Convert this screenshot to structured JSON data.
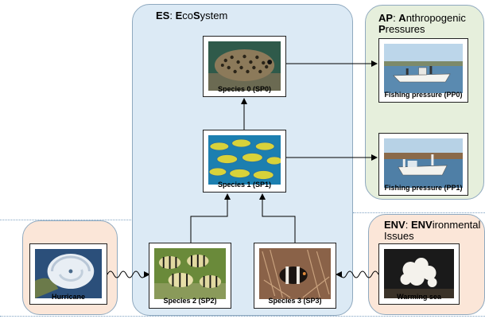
{
  "regions": {
    "es": {
      "abbr": "ES",
      "title_parts": [
        "",
        "E",
        "co",
        "S",
        "ystem"
      ]
    },
    "ap": {
      "abbr": "AP",
      "line1_parts": [
        "A",
        "nthropogenic"
      ],
      "line2_parts": [
        "P",
        "ressures"
      ]
    },
    "env": {
      "abbr": "ENV",
      "line1_parts": [
        "ENV",
        "ironmental"
      ],
      "line2": "Issues"
    }
  },
  "nodes": {
    "sp0": "Species 0 (SP0)",
    "sp1": "Species 1 (SP1)",
    "sp2": "Species 2 (SP2)",
    "sp3": "Species 3 (SP3)",
    "pp0": "Fishing pressure (PP0)",
    "pp1": "Fishing pressure (PP1)",
    "hurricane": "Hurricane",
    "warming": "Warming sea"
  },
  "colors": {
    "ecosystem": "#dceaf5",
    "anthropogenic": "#e6efdc",
    "environmental": "#fbe6d8",
    "border": "#8fa9bf"
  }
}
